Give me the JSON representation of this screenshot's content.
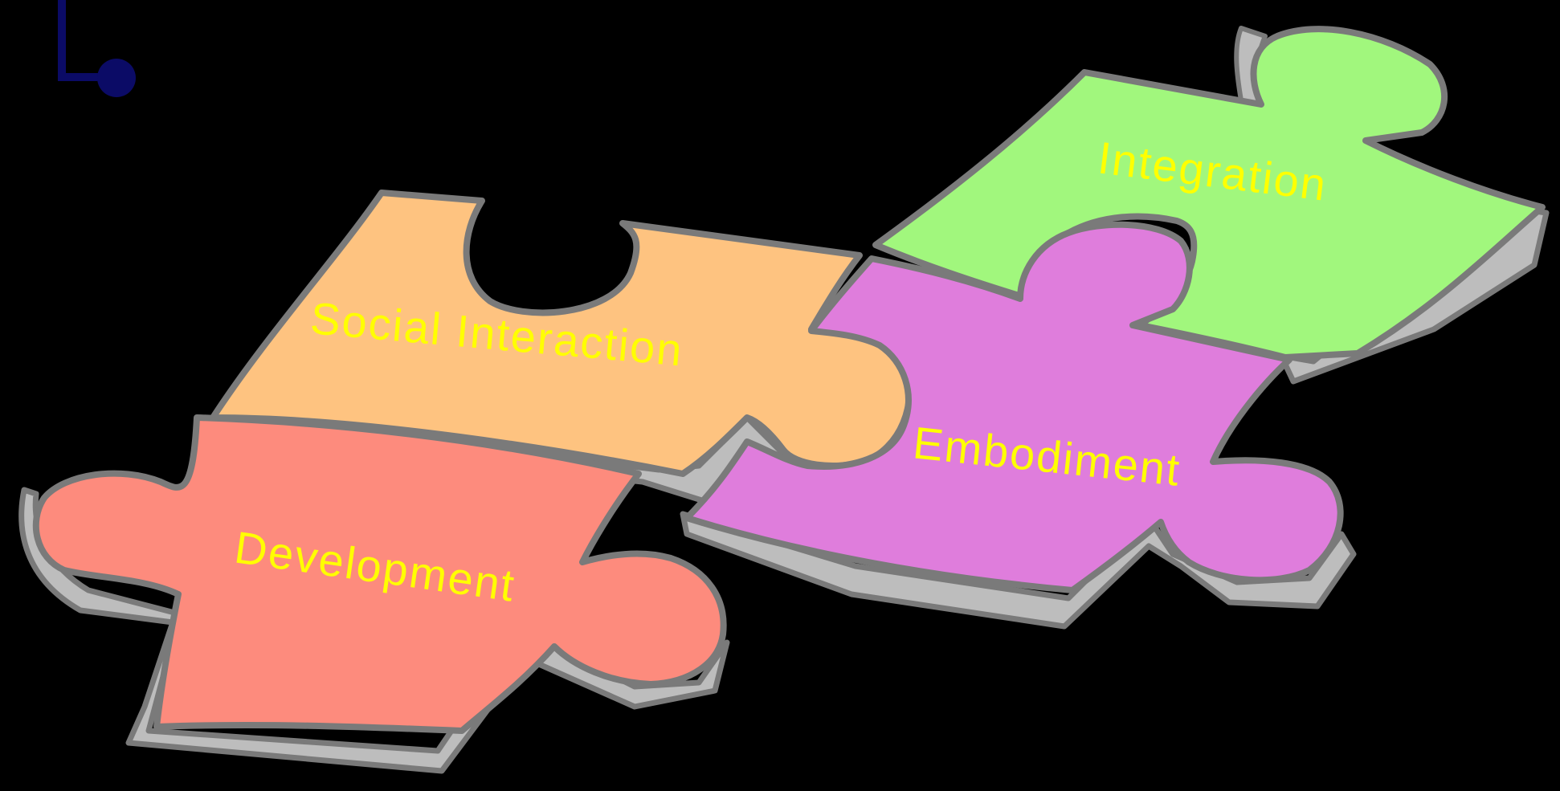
{
  "background_color": "#000000",
  "corner_mark": {
    "icon": "connector-node-icon",
    "color": "#0b0b66"
  },
  "pieces": {
    "social": {
      "label": "Social Interaction",
      "fill": "#fec380"
    },
    "integration": {
      "label": "Integration",
      "fill": "#a1f77d"
    },
    "embodiment": {
      "label": "Embodiment",
      "fill": "#df7ddc"
    },
    "development": {
      "label": "Development",
      "fill": "#fd8b7d"
    }
  },
  "label_color": "#ffff00",
  "edge_color": "#bdbdbd",
  "outline_color": "#7a7a7a"
}
